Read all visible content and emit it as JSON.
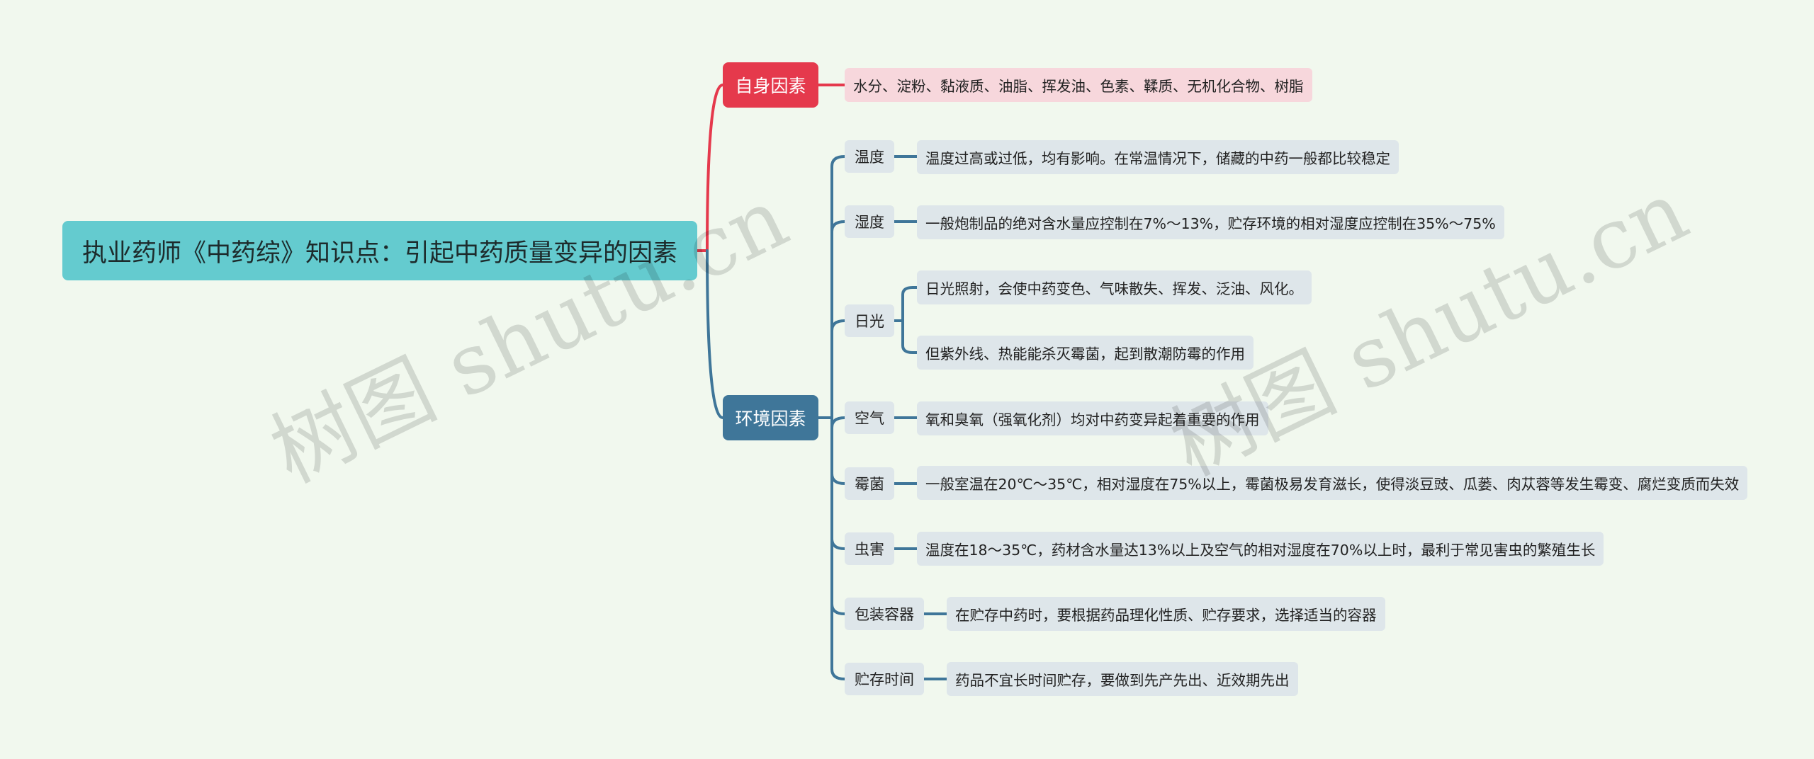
{
  "root": {
    "title": "执业药师《中药综》知识点：引起中药质量变异的因素"
  },
  "branches": [
    {
      "label": "自身因素",
      "color": "#e5394c"
    },
    {
      "label": "环境因素",
      "color": "#3f7699"
    }
  ],
  "intrinsic": {
    "text": "水分、淀粉、黏液质、油脂、挥发油、色素、鞣质、无机化合物、树脂"
  },
  "env": [
    {
      "label": "温度",
      "details": [
        "温度过高或过低，均有影响。在常温情况下，储藏的中药一般都比较稳定"
      ]
    },
    {
      "label": "湿度",
      "details": [
        "一般炮制品的绝对含水量应控制在7%～13%，贮存环境的相对湿度应控制在35%～75%"
      ]
    },
    {
      "label": "日光",
      "details": [
        "日光照射，会使中药变色、气味散失、挥发、泛油、风化。",
        "但紫外线、热能能杀灭霉菌，起到散潮防霉的作用"
      ]
    },
    {
      "label": "空气",
      "details": [
        "氧和臭氧（强氧化剂）均对中药变异起着重要的作用"
      ]
    },
    {
      "label": "霉菌",
      "details": [
        "一般室温在20℃～35℃，相对湿度在75%以上，霉菌极易发育滋长，使得淡豆豉、瓜蒌、肉苁蓉等发生霉变、腐烂变质而失效"
      ]
    },
    {
      "label": "虫害",
      "details": [
        "温度在18～35℃，药材含水量达13%以上及空气的相对湿度在70%以上时，最利于常见害虫的繁殖生长"
      ]
    },
    {
      "label": "包装容器",
      "details": [
        "在贮存中药时，要根据药品理化性质、贮存要求，选择适当的容器"
      ]
    },
    {
      "label": "贮存时间",
      "details": [
        "药品不宜长时间贮存，要做到先产先出、近效期先出"
      ]
    }
  ],
  "watermark": "树图 shutu.cn",
  "colors": {
    "background": "#f1f8ee",
    "root": "#64cbcf",
    "line_blue": "#3f7699",
    "line_red": "#e5394c",
    "leaf": "#dee6ea",
    "leaf_pink": "#f7d7dc"
  }
}
